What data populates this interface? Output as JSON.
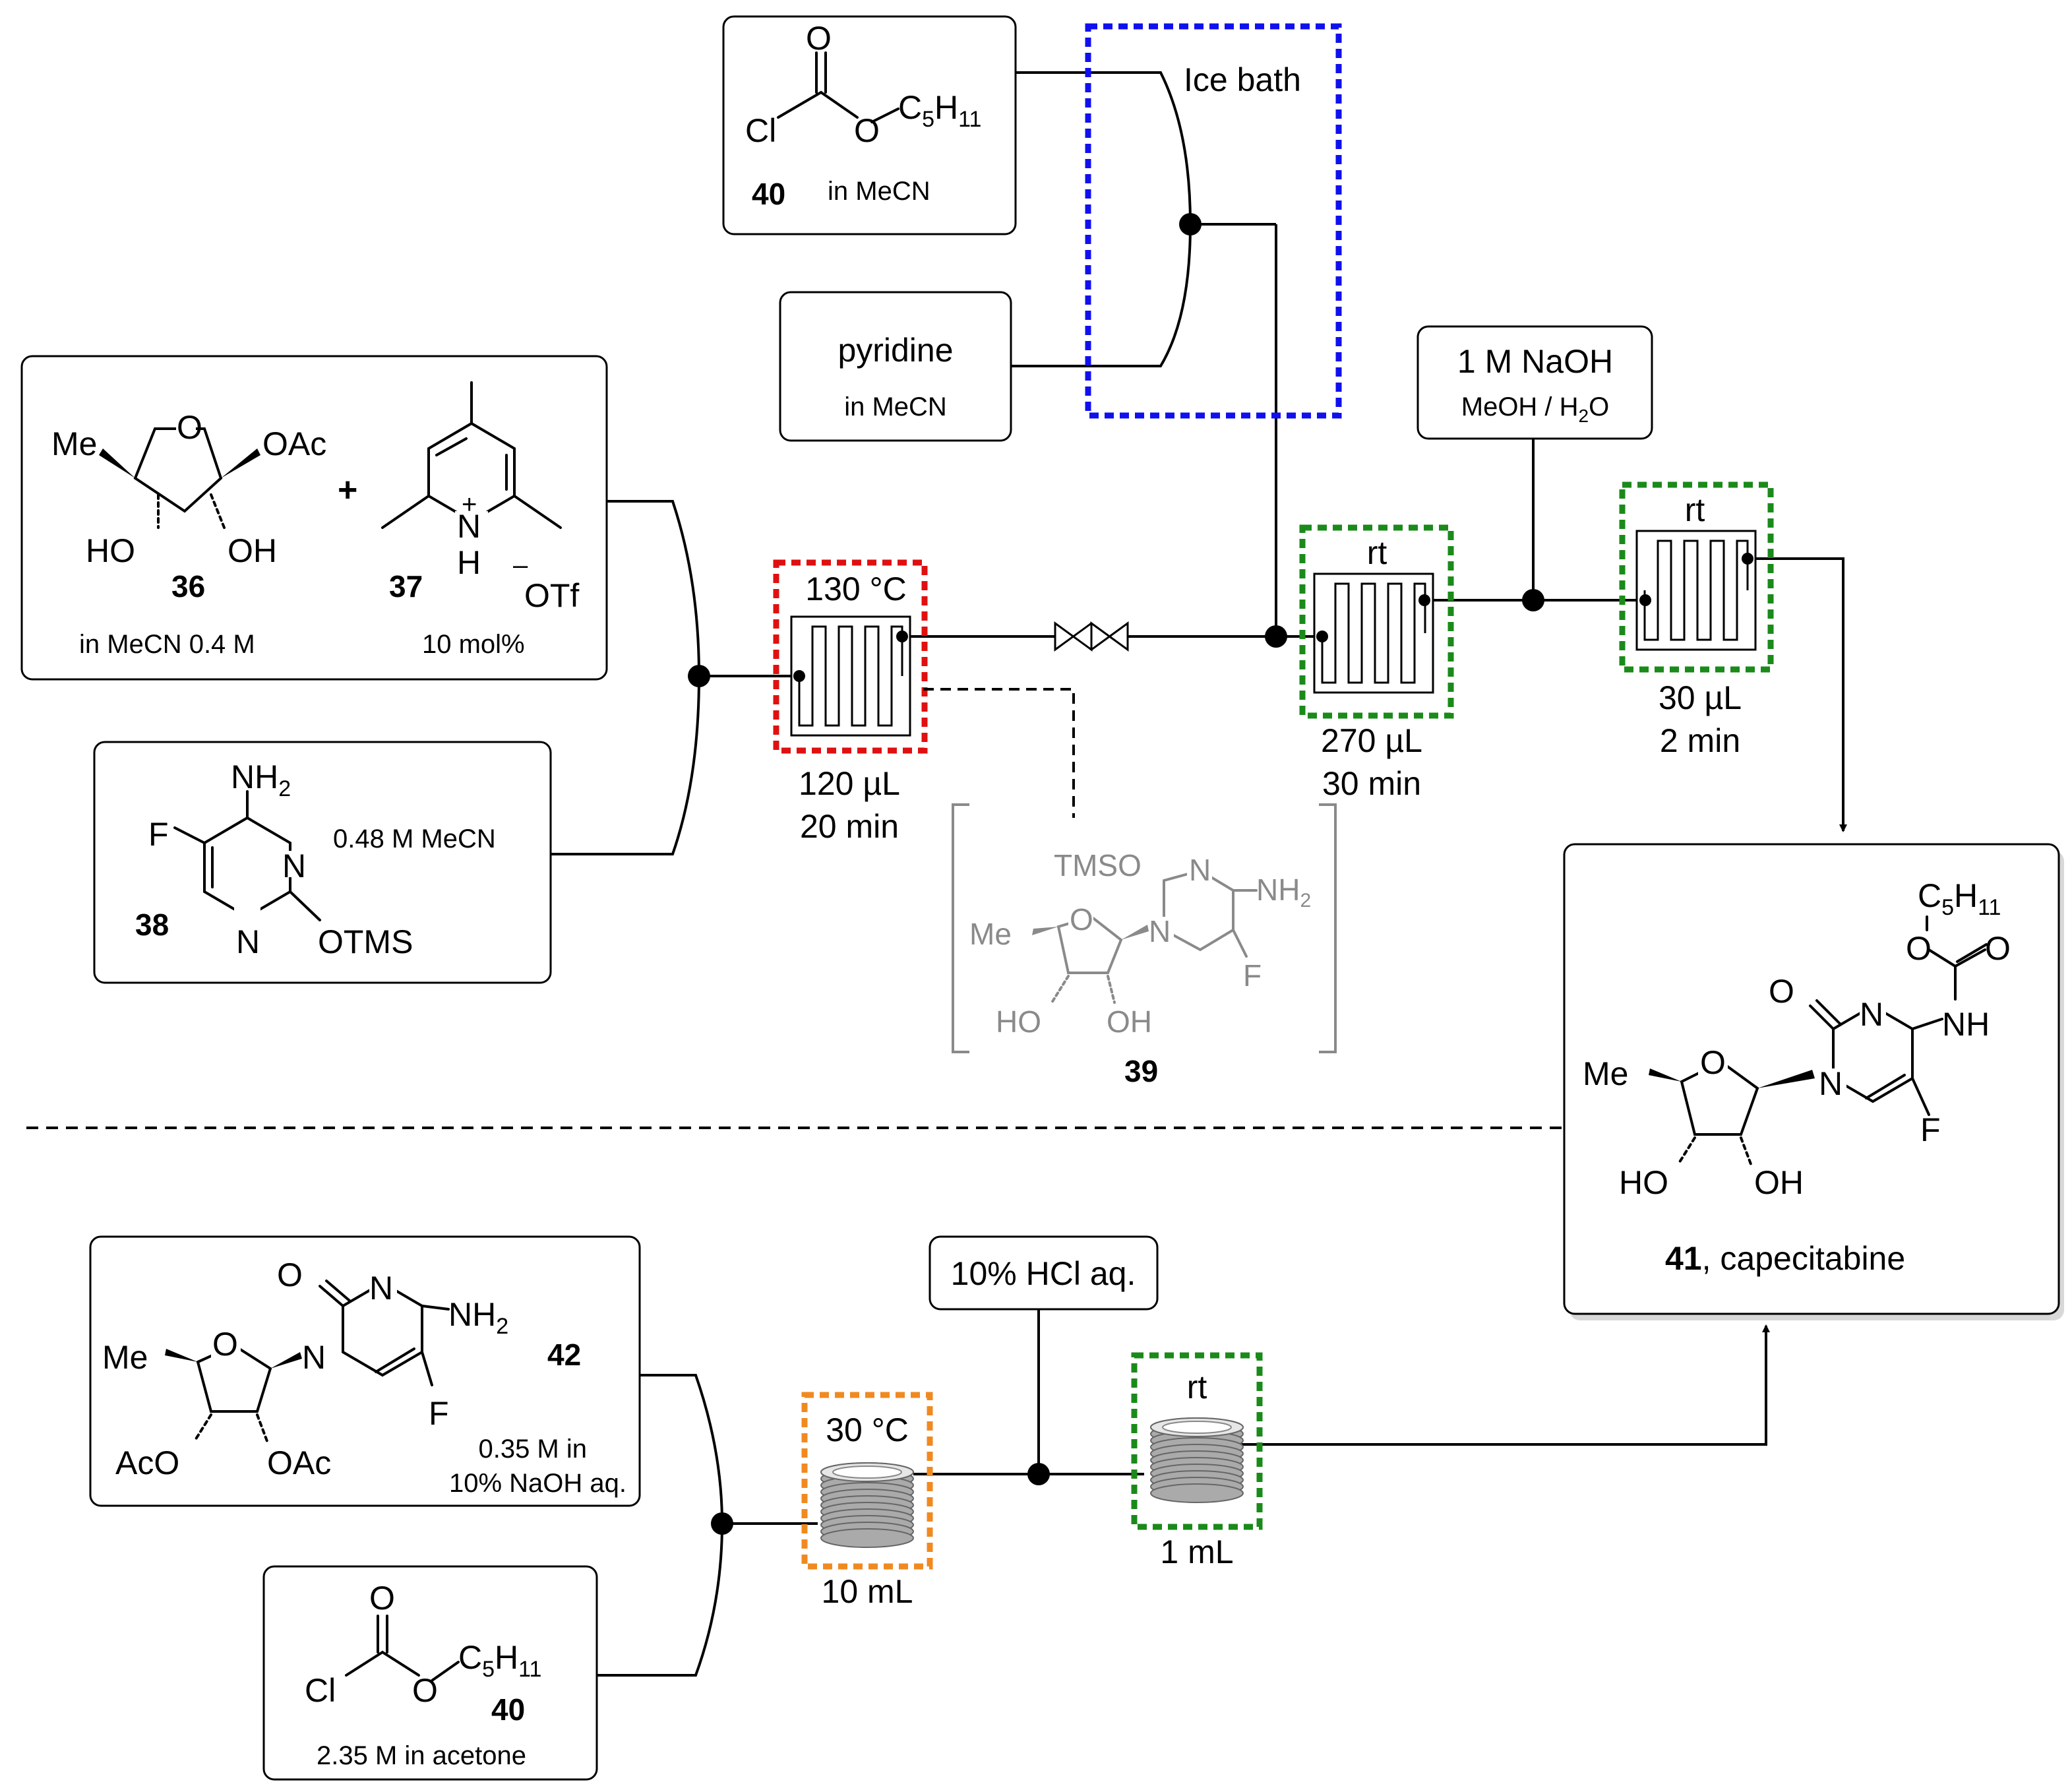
{
  "reagents": {
    "r40_top": {
      "compound": "40",
      "solvent": "in MeCN"
    },
    "pyridine": {
      "name": "pyridine",
      "solvent": "in MeCN"
    },
    "r36": {
      "compound": "36",
      "conc": "in MeCN 0.4 M"
    },
    "r37": {
      "compound": "37",
      "loading": "10 mol%",
      "counterion": "OTf"
    },
    "r38": {
      "compound": "38",
      "conc": "0.48 M MeCN"
    },
    "naoh": {
      "name": "1 M NaOH",
      "solvent": "MeOH / H2O"
    },
    "r42": {
      "compound": "42",
      "conc_line1": "0.35 M in",
      "conc_line2": "10% NaOH aq."
    },
    "r40_bottom": {
      "compound": "40",
      "conc": "2.35 M in acetone"
    },
    "hcl": {
      "name": "10% HCl aq."
    }
  },
  "conditions": {
    "ice_bath": "Ice bath",
    "reactor1": {
      "temp": "130 °C",
      "volume": "120 µL",
      "time": "20 min"
    },
    "reactor2": {
      "temp": "rt",
      "volume": "270 µL",
      "time": "30 min"
    },
    "reactor3": {
      "temp": "rt",
      "volume": "30 µL",
      "time": "2 min"
    },
    "reactor4": {
      "temp": "30 °C",
      "volume": "10 mL"
    },
    "reactor5": {
      "temp": "rt",
      "volume": "1 mL"
    }
  },
  "intermediate": {
    "compound": "39"
  },
  "product": {
    "compound": "41",
    "name": ", capecitabine"
  },
  "atoms": {
    "cl": "Cl",
    "o": "O",
    "c5h11": "C5H11",
    "me": "Me",
    "oac": "OAc",
    "aco": "AcO",
    "ho": "HO",
    "oh": "OH",
    "n": "N",
    "nh": "NH",
    "h": "H",
    "nh2": "NH2",
    "f": "F",
    "otms": "OTMS",
    "tmso": "TMSO",
    "plus": "+"
  },
  "colors": {
    "ice_bath": "#1010ee",
    "hot": "#e01010",
    "rt": "#1a8a1a",
    "warm": "#f08a20",
    "intermediate": "#8a8a8a"
  }
}
